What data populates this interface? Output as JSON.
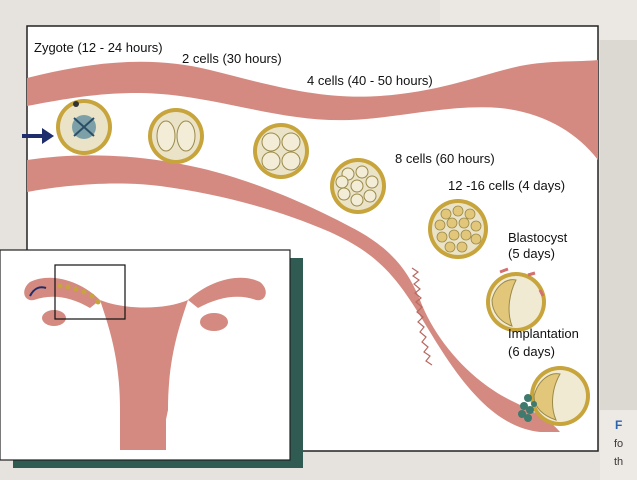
{
  "stages": [
    {
      "label": "Zygote (12 - 24 hours)"
    },
    {
      "label": "2 cells (30 hours)"
    },
    {
      "label": "4 cells (40 - 50 hours)"
    },
    {
      "label": "8 cells (60 hours)"
    },
    {
      "label": "12 -16 cells (4 days)"
    },
    {
      "label_line1": "Blastocyst",
      "label_line2": "(5 days)"
    },
    {
      "label_line1": "Implantation",
      "label_line2": "(6 days)"
    }
  ],
  "side_text": {
    "fig": "F",
    "line1": "fo",
    "line2": "th"
  },
  "colors": {
    "tube": "#d48a80",
    "tube_dark": "#b86a62",
    "cell_ring": "#b09a3a",
    "cell_fill": "#e8dfc0",
    "arrow": "#1e2d6b",
    "inset_shadow": "#2f5b52",
    "side_fig": "#2c63b0"
  },
  "icons": [
    "arrow-right-icon"
  ]
}
